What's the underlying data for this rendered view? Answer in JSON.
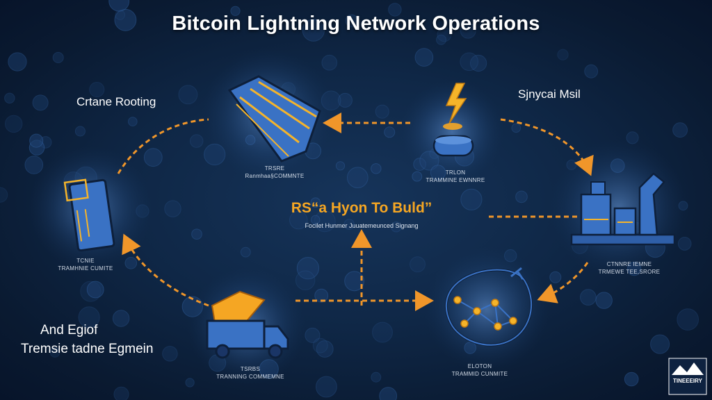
{
  "title": "Bitcoin Lightning Network Operations",
  "labels": {
    "top_left": "Crtane Rooting",
    "top_right": "Sjnycai Msil",
    "bottom_left_line1": "And Egiof",
    "bottom_left_line2": "Tremsie tadne Egmein",
    "center_title": "RS“a Hyon To Buld”",
    "center_sub": "Focilet Hunmer Juuatemeunced Signang"
  },
  "captions": {
    "drill_1": "TRSRE",
    "drill_2": "Ranmhaa§COMMNTE",
    "bolt_1": "TRLON",
    "bolt_2": "TRAMMINE EWNNRE",
    "factory_1": "CTNNRE IEMNE",
    "factory_2": "TRMEWE TEE,SRORE",
    "phone_1": "TCNIE",
    "phone_2": "TRAMHNIE CUMITE",
    "truck_1": "TSRBS",
    "truck_2": "TRANNING COMMEMNE",
    "network_1": "ELOTON",
    "network_2": "TRAMMID CUNMITE"
  },
  "logo_text": "TINEEEIRY",
  "colors": {
    "arrow": "#f0962a",
    "icon_fill": "#3a72c4",
    "icon_stroke": "#0d1f3a",
    "accent": "#f5b42a",
    "glow": "#5b8fd6"
  }
}
